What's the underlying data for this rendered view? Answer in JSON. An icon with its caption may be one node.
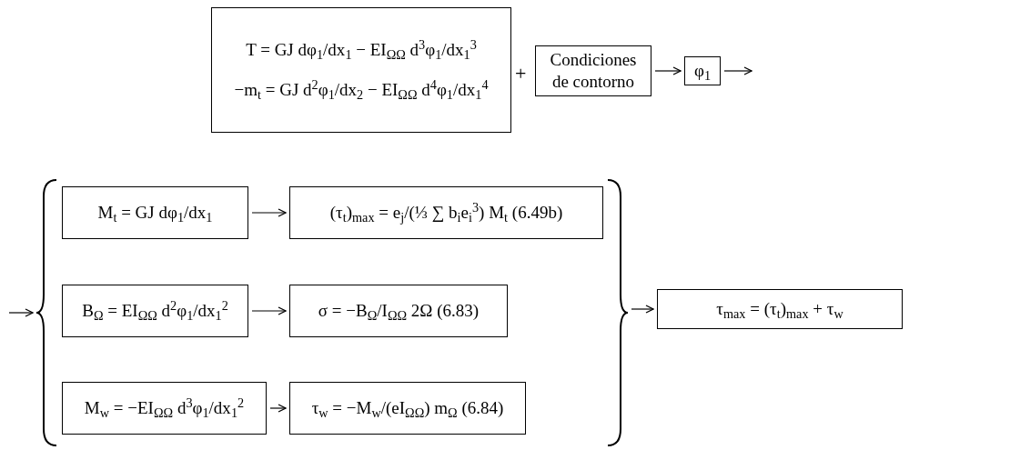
{
  "diagram": {
    "nodes": [
      {
        "text": [
          "T = GJ dφ$_{1}$/dx$_{1}$ − EI$_{ΩΩ}$ d$^{3}$φ$_{1}$/dx$_{1}$$^{3}$",
          "−m$_{t}$ = GJ d$^{2}$φ$_{1}$/dx$_{2}$ − EI$_{ΩΩ}$ d$^{4}$φ$_{1}$/dx$_{1}$$^{4}$"
        ]
      },
      {
        "text": [
          "Condiciones de contorno"
        ]
      },
      {
        "text": [
          "φ$_{1}$"
        ]
      },
      {
        "text": [],
        "shape": "brace"
      },
      {
        "text": [
          "M$_{t}$ = GJ dφ$_{1}$/dx$_{1}$"
        ],
        "in": 3
      },
      {
        "text": [
          "(τ$_{t}$)$_{max}$ = e$_{j}$/(⅓ ∑ b$_{i}$e$_{i}$$^{3}$) M$_{t}$   (6.49b)"
        ],
        "in": 3
      },
      {
        "text": [
          "B$_{Ω}$ = EI$_{ΩΩ}$ d$^{2}$φ$_{1}$/dx$_{1}$$^{2}$"
        ],
        "in": 3
      },
      {
        "text": [
          "σ = −B$_{Ω}$/I$_{ΩΩ}$ 2Ω   (6.83)"
        ],
        "in": 3
      },
      {
        "text": [
          "M$_{w}$ = −EI$_{ΩΩ}$ d$^{3}$φ$_{1}$/dx$_{1}$$^{2}$"
        ],
        "in": 3
      },
      {
        "text": [
          "τ$_{w}$ = −M$_{w}$/(eI$_{ΩΩ}$) m$_{Ω}$   (6.84)"
        ],
        "in": 3
      },
      {
        "text": [
          "τ$_{max}$ = (τ$_{t}$)$_{max}$ + τ$_{w}$"
        ]
      }
    ],
    "edges": [
      {
        "from": 1,
        "to": 2,
        "arrow": "to"
      },
      {
        "from": 2,
        "to": null,
        "arrow": "to"
      },
      {
        "from": null,
        "to": 3,
        "arrow": "to"
      },
      {
        "from": 4,
        "to": 5,
        "arrow": "to"
      },
      {
        "from": 6,
        "to": 7,
        "arrow": "to"
      },
      {
        "from": 8,
        "to": 9,
        "arrow": "to"
      },
      {
        "from": 3,
        "to": 10,
        "arrow": "to"
      }
    ],
    "labels": [
      "+"
    ]
  }
}
